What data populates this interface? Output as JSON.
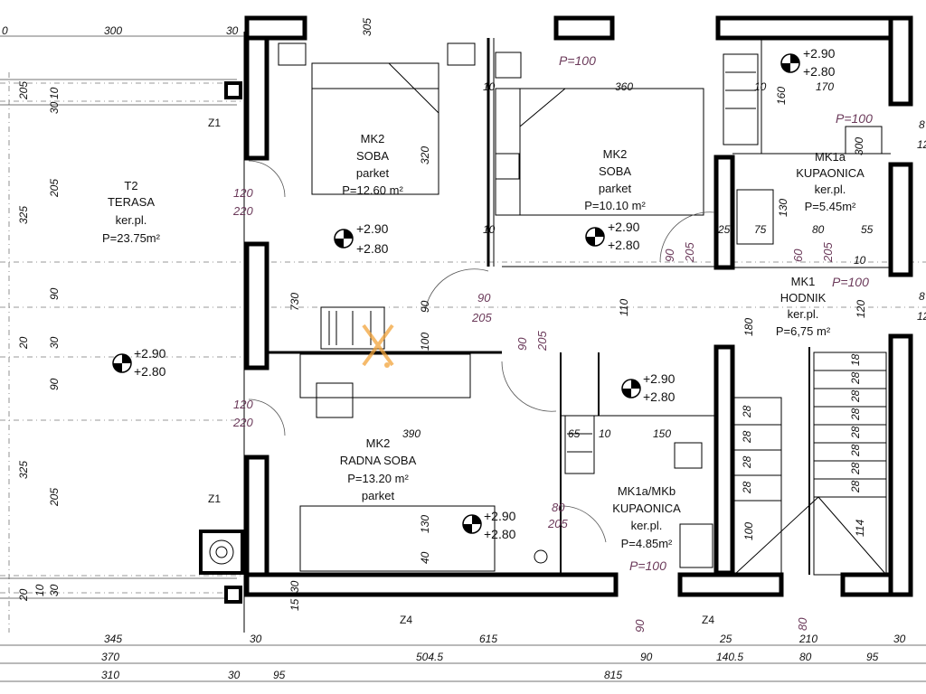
{
  "rooms": {
    "terasa": {
      "code": "T2",
      "name": "TERASA",
      "floor": "ker.pl.",
      "area": "P=23.75m²"
    },
    "soba1": {
      "code": "MK2",
      "name": "SOBA",
      "floor": "parket",
      "area": "P=12.60 m²"
    },
    "soba2": {
      "code": "MK2",
      "name": "SOBA",
      "floor": "parket",
      "area": "P=10.10 m²"
    },
    "kup1": {
      "code": "MK1a",
      "name": "KUPAONICA",
      "floor": "ker.pl.",
      "area": "P=5.45m²"
    },
    "hodnik": {
      "code": "MK1",
      "name": "HODNIK",
      "floor": "ker.pl.",
      "area": "P=6,75 m²"
    },
    "radna": {
      "code": "MK2",
      "name": "RADNA SOBA",
      "area": "P=13.20 m²",
      "floor": "parket"
    },
    "kup2": {
      "code": "MK1a/MKb",
      "name": "KUPAONICA",
      "floor": "ker.pl.",
      "area": "P=4.85m²"
    }
  },
  "levels": {
    "upper": "+2.90",
    "lower": "+2.80"
  },
  "parapets": {
    "p100": "P=100"
  },
  "window_labels": {
    "z1": "Z1",
    "z4": "Z4"
  },
  "door_sizes": {
    "w120": "120",
    "h220": "220",
    "w90": "90",
    "h205": "205",
    "w80": "80",
    "w60": "60"
  },
  "stairs": {
    "step": "28",
    "step18": "18"
  },
  "dims_bottom": {
    "row1": [
      "345",
      "615",
      "30",
      "25",
      "210",
      "30"
    ],
    "row2": [
      "370",
      "504.5",
      "90",
      "140.5",
      "80",
      "95"
    ],
    "row3": [
      "310",
      "30",
      "95",
      "815"
    ]
  },
  "dims_top": [
    "0",
    "300",
    "30",
    "305"
  ],
  "dims_left": [
    "205",
    "10",
    "30",
    "205",
    "325",
    "90",
    "20",
    "30",
    "90",
    "205",
    "325",
    "30",
    "10",
    "20"
  ],
  "dims_interior": [
    "320",
    "360",
    "10",
    "170",
    "160",
    "10",
    "730",
    "90",
    "100",
    "110",
    "180",
    "120",
    "300",
    "130",
    "75",
    "25",
    "10",
    "80",
    "55",
    "390",
    "65",
    "10",
    "150",
    "130",
    "40",
    "100",
    "114",
    "10",
    "30",
    "15"
  ],
  "edge_right": [
    "8",
    "12",
    "8",
    "12"
  ]
}
